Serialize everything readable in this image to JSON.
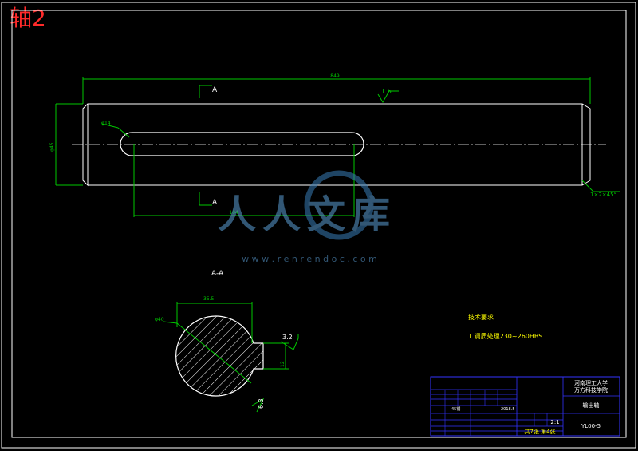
{
  "page_title": "轴2",
  "dimensions": {
    "overall_length": "849",
    "left_diameter": "φ45",
    "keyway_width": "φ14",
    "keyway_length": "104",
    "chamfer": "1×2×45°",
    "section_diameter": "φ40",
    "section_depth": "35.5",
    "section_keyway": "12"
  },
  "roughness": {
    "top": "1.6",
    "section_right": "3.2",
    "section_bottom": "6.3"
  },
  "section_marks": {
    "top": "A",
    "bottom": "A",
    "section_label": "A-A"
  },
  "technical_requirements": {
    "heading": "技术要求",
    "item1": "1.调质处理230~260HBS"
  },
  "watermark": {
    "text": "人人文库",
    "url": "w w w . r e n r e n d o c . c o m"
  },
  "title_block": {
    "school_line1": "河南理工大学",
    "school_line2": "万方科技学院",
    "part_name": "输出轴",
    "drawing_number": "YL00-5",
    "scale": "2:1",
    "sheets": "共7张 第4张",
    "material": "45钢",
    "date": "2018.5"
  }
}
